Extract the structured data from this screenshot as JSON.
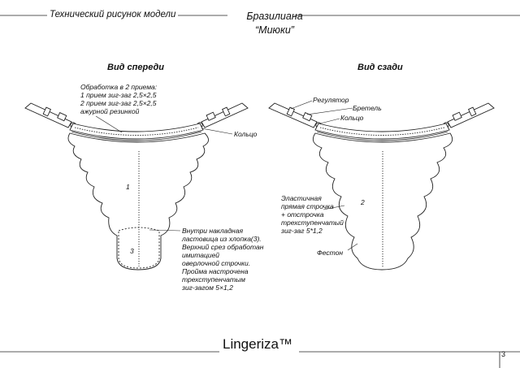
{
  "header": {
    "left_title": "Технический рисунок модели",
    "model_name": "Бразилиана",
    "model_subtitle": "“Миюки”"
  },
  "front_view": {
    "label": "Вид спереди",
    "processing_note": [
      "Обработка в 2 приема:",
      "1 прием зиг-заг 2,5×2,5",
      "2 прием зиг-заг 2,5×2,5",
      "ажурной резинкой"
    ],
    "ring_label": "Кольцо",
    "part_number_1": "1",
    "part_number_3": "3",
    "gusset_note": [
      "Внутри накладная",
      "ластовица из хлопка(3).",
      "Верхний срез обработан",
      "имитацией",
      "оверлочной строчки.",
      "Пройма настрочена",
      "трехступенчатым",
      "зиг-загом 5×1,2"
    ]
  },
  "back_view": {
    "label": "Вид сзади",
    "regulator_label": "Регулятор",
    "strap_label": "Бретель",
    "ring_label": "Кольцо",
    "part_number_2": "2",
    "elastic_note": [
      "Эластичная",
      "прямая строчка",
      "+ отстрочка",
      "трехступенчатый",
      "зиг-заг 5*1,2"
    ],
    "scallop_label": "Фестон"
  },
  "footer": {
    "brand": "Lingeriza™",
    "page_number": "3"
  }
}
